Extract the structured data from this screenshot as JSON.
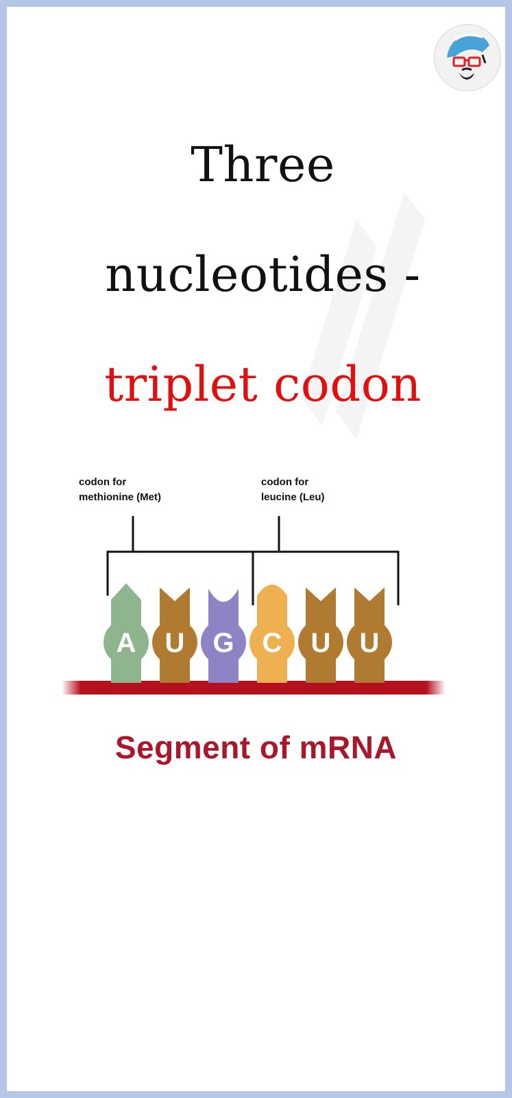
{
  "header": {
    "avatar_icon": "cartoon-face-avatar-icon"
  },
  "title": {
    "line1": "Three",
    "line2": "nucleotides -",
    "line3": "triplet codon",
    "accent_color": "#e01010"
  },
  "diagram": {
    "codon_labels": [
      "codon for\nmethionine (Met)",
      "codon for\nleucine (Leu)"
    ],
    "nucleotides": [
      {
        "base": "A",
        "color": "#8fb58f"
      },
      {
        "base": "U",
        "color": "#b07a30"
      },
      {
        "base": "G",
        "color": "#8c84c4"
      },
      {
        "base": "C",
        "color": "#eeb050"
      },
      {
        "base": "U",
        "color": "#b07a30"
      },
      {
        "base": "U",
        "color": "#b07a30"
      }
    ],
    "strand_color": "#b5101e",
    "caption": "Segment of mRNA",
    "caption_color": "#a8182a"
  }
}
